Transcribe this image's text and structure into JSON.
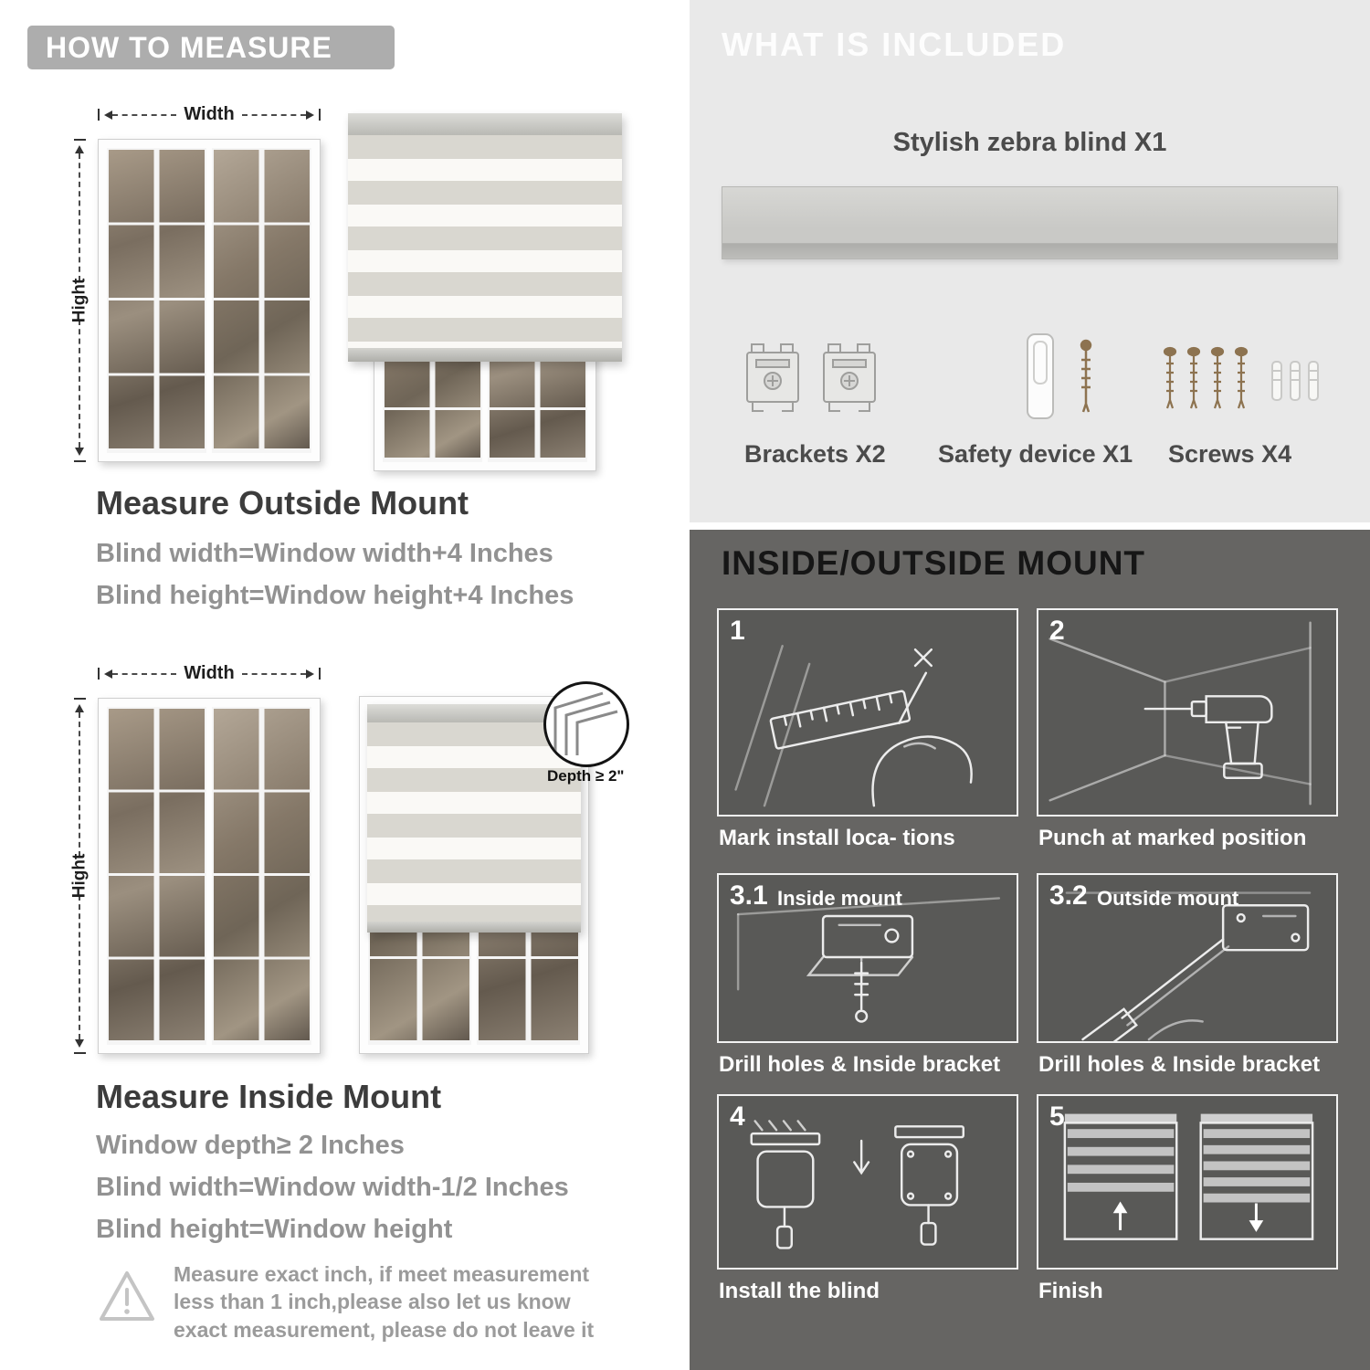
{
  "left": {
    "header": "HOW TO MEASURE",
    "outside": {
      "width_label": "Width",
      "height_label": "Hight",
      "heading": "Measure Outside Mount",
      "line1": "Blind width=Window width+4 Inches",
      "line2": "Blind height=Window height+4 Inches"
    },
    "inside": {
      "width_label": "Width",
      "height_label": "Hight",
      "depth_label": "Depth ≥ 2\"",
      "heading": "Measure Inside Mount",
      "line1": "Window depth≥ 2 Inches",
      "line2": "Blind width=Window width-1/2 Inches",
      "line3": "Blind height=Window height"
    },
    "warning_text": "Measure exact inch, if meet measurement less than 1 inch,please also let us know exact measurement, please do not leave it"
  },
  "right": {
    "included": {
      "header": "WHAT IS INCLUDED",
      "blind_label": "Stylish zebra blind X1",
      "items": [
        {
          "label": "Brackets X2"
        },
        {
          "label": "Safety device X1"
        },
        {
          "label": "Screws X4"
        }
      ]
    },
    "mount": {
      "header": "INSIDE/OUTSIDE MOUNT",
      "steps": [
        {
          "num": "1",
          "label": "",
          "caption": "Mark install loca- tions"
        },
        {
          "num": "2",
          "label": "",
          "caption": "Punch at  marked position"
        },
        {
          "num": "3.1",
          "label": "Inside mount",
          "caption": "Drill holes &  Inside bracket"
        },
        {
          "num": "3.2",
          "label": "Outside mount",
          "caption": "Drill holes &  Inside bracket"
        },
        {
          "num": "4",
          "label": "",
          "caption": "Install the blind"
        },
        {
          "num": "5",
          "label": "",
          "caption": "Finish"
        }
      ]
    }
  },
  "colors": {
    "header_bar": "#adadad",
    "light_section": "#e9e9e9",
    "dark_section": "#666563"
  }
}
